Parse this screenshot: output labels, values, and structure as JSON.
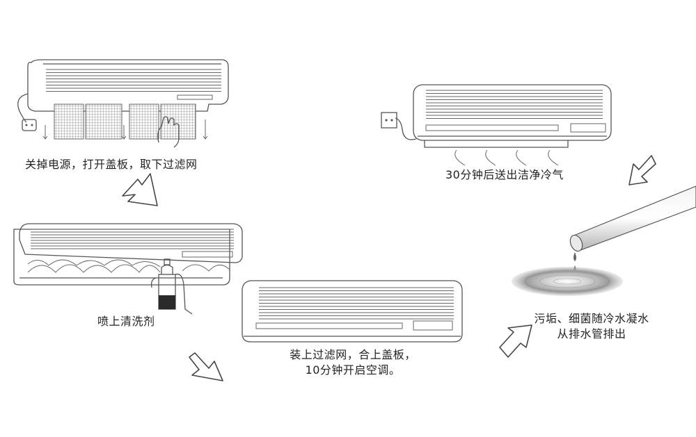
{
  "steps": [
    {
      "text": "关掉电源，打开盖板，取下过滤网"
    },
    {
      "text": "喷上清洗剂"
    },
    {
      "line1": "装上过滤网，合上盖板，",
      "line2": "10分钟开启空调。"
    },
    {
      "line1": "污垢、细菌随冷水凝水",
      "line2": "从排水管排出"
    },
    {
      "text": "30分钟后送出洁净冷气"
    }
  ],
  "colors": {
    "line": "#555555",
    "filter": "#9a9a9a",
    "background": "#ffffff"
  }
}
